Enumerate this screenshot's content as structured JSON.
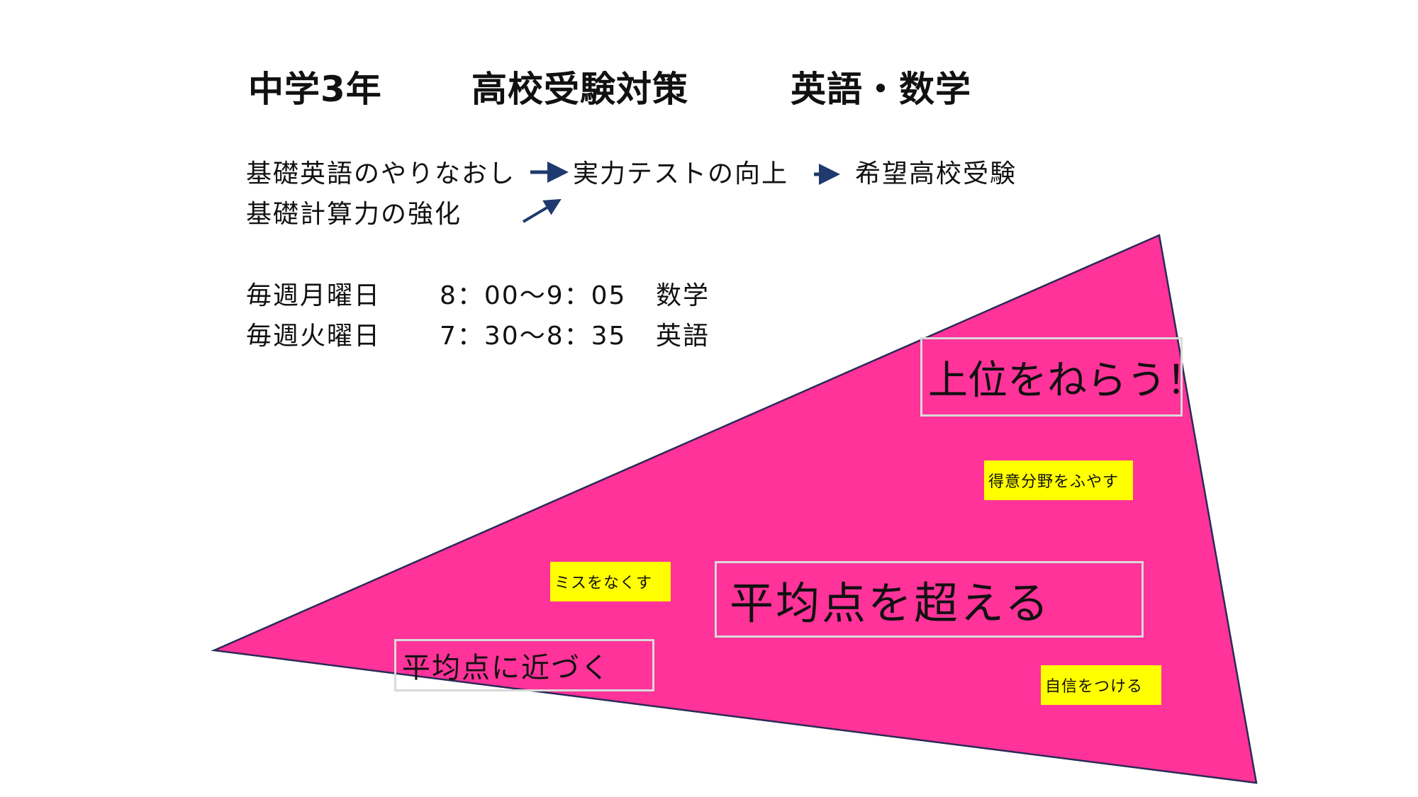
{
  "title": {
    "part1": "中学3年",
    "part2": "高校受験対策",
    "part3": "英語・数学"
  },
  "flow": {
    "step1": "基礎英語のやりなおし",
    "step1b": "基礎計算力の強化",
    "step2": "実力テストの向上",
    "step3": "希望高校受験"
  },
  "schedule": [
    {
      "day": "毎週月曜日",
      "time": "8：00〜9：05",
      "subject": "数学"
    },
    {
      "day": "毎週火曜日",
      "time": "7：30〜8：35",
      "subject": "英語"
    }
  ],
  "pyramid": {
    "color": "#ff3399",
    "level_top": "上位をねらう！",
    "level_mid": "平均点を超える",
    "level_low": "平均点に近づく",
    "notes": {
      "top": "得意分野をふやす",
      "mid": "ミスをなくす",
      "low": "自信をつける"
    },
    "note_color": "#ffff00"
  }
}
